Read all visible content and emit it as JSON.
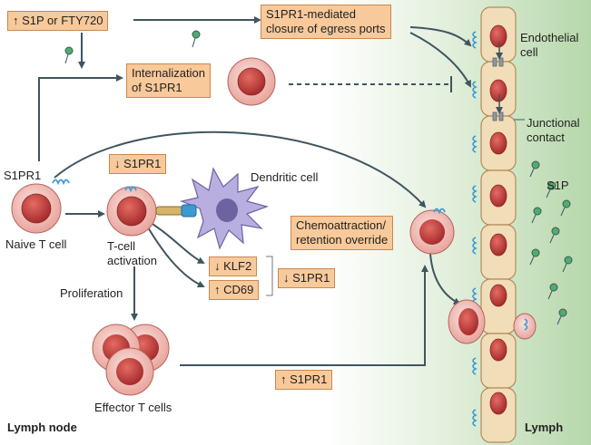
{
  "boxes": {
    "s1p_fty": "↑ S1P or FTY720",
    "egress_closure_1": "S1PR1-mediated",
    "egress_closure_2": "closure of egress ports",
    "internalization_1": "Internalization",
    "internalization_2": "of S1PR1",
    "down_s1pr1": "↓ S1PR1",
    "down_klf2": "↓ KLF2",
    "up_cd69": "↑ CD69",
    "down_s1pr1_right": "↓ S1PR1",
    "chemo_1": "Chemoattraction/",
    "chemo_2": "retention override",
    "up_s1pr1": "↑ S1PR1"
  },
  "labels": {
    "endothelial_1": "Endothelial",
    "endothelial_2": "cell",
    "junctional_1": "Junctional",
    "junctional_2": "contact",
    "dendritic": "Dendritic cell",
    "s1p": "S1P",
    "s1pr1": "S1PR1",
    "naive": "Naive T cell",
    "activation_1": "T-cell",
    "activation_2": "activation",
    "proliferation": "Proliferation",
    "effector": "Effector T cells",
    "lymph_node": "Lymph node",
    "lymph": "Lymph"
  },
  "colors": {
    "box_fill": "#f8c99a",
    "box_border": "#c9884e",
    "arrow": "#3f5560",
    "cell_outer": "#f3c6c0",
    "cell_nucleus": "#c2403f",
    "endothelial_fill": "#f1ddb8",
    "receptor": "#3c9ad2",
    "dendritic_fill": "#b8aee0",
    "lymph_bg": "#bfdcb4"
  }
}
